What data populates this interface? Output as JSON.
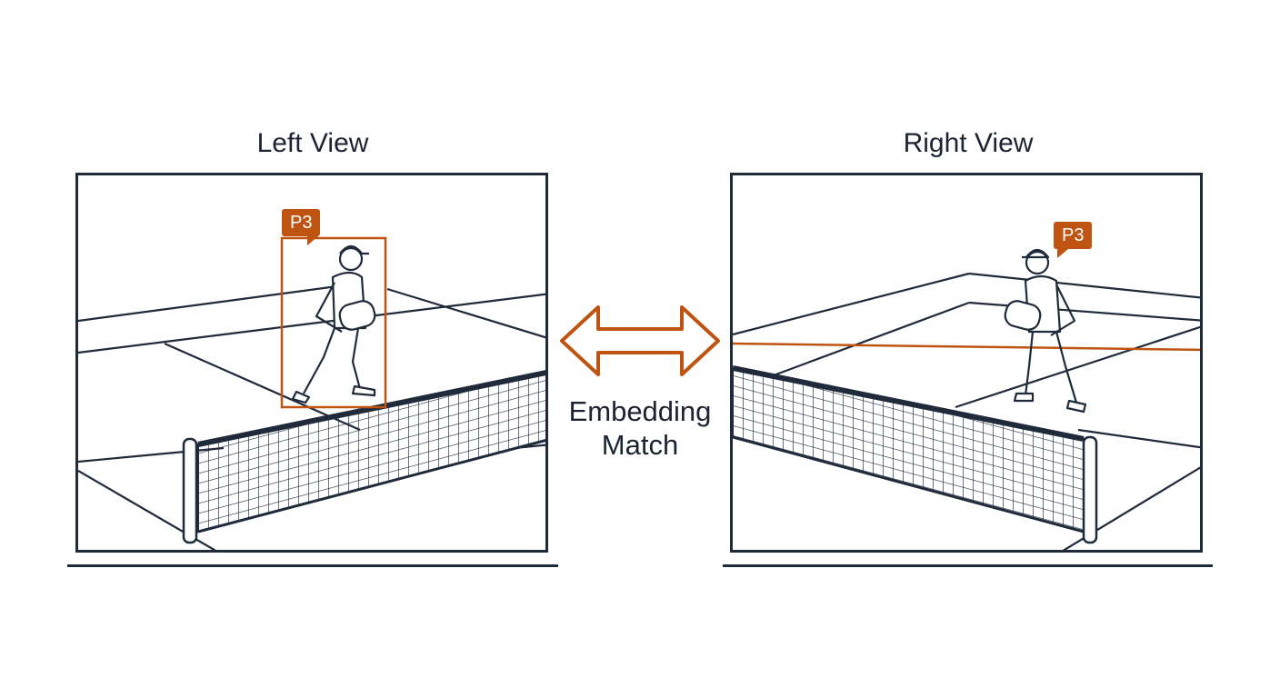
{
  "views": {
    "left": {
      "title": "Left View",
      "player_tag": "P3"
    },
    "right": {
      "title": "Right View",
      "player_tag": "P3"
    }
  },
  "match": {
    "line1": "Embedding",
    "line2": "Match"
  },
  "colors": {
    "accent": "#bf5412",
    "ink": "#1f2a3a",
    "background": "#ffffff"
  },
  "icons": {
    "match_arrow": "double-headed-arrow-icon",
    "player": "pickleball-player-icon"
  }
}
